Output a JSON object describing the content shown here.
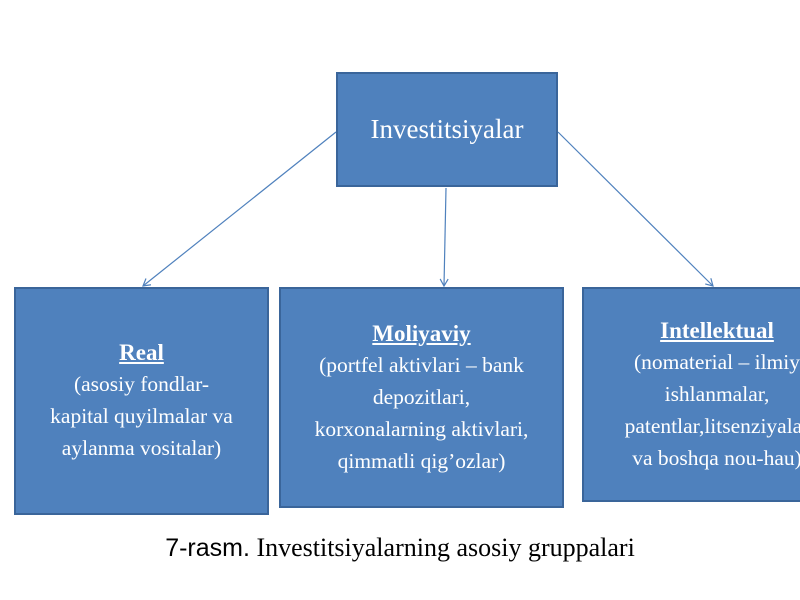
{
  "diagram": {
    "root": {
      "label": "Investitsiyalar"
    },
    "children": [
      {
        "id": "real",
        "title": "Real",
        "lines": [
          "(asosiy fondlar-",
          "kapital quyilmalar va",
          "aylanma vositalar)"
        ]
      },
      {
        "id": "moliyaviy",
        "title": "Moliyaviy ",
        "lines": [
          "(portfel aktivlari – bank",
          "depozitlari,",
          "korxonalarning aktivlari,",
          "qimmatli qig’ozlar)"
        ]
      },
      {
        "id": "intellektual",
        "title": "Intellektual ",
        "lines": [
          "(nomaterial – ilmiy",
          "ishlanmalar,",
          "patentlar,litsenziyalar",
          "va boshqa nou-hau)"
        ]
      }
    ],
    "caption": {
      "number": "7-rasm.",
      "text": " Investitsiyalarning asosiy gruppalari"
    },
    "colors": {
      "box_fill": "#4f81bd",
      "box_border": "#3a659a",
      "connector": "#4f81bd",
      "text": "#ffffff"
    }
  }
}
